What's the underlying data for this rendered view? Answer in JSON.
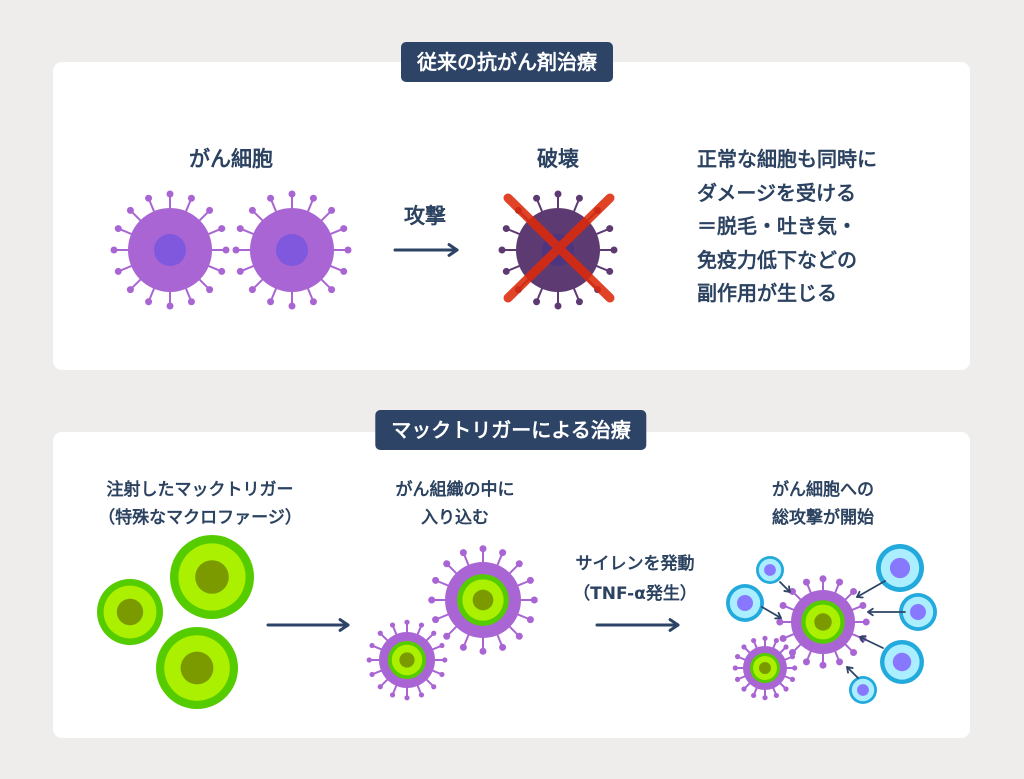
{
  "top_section": {
    "title": "従来の抗がん剤治療",
    "cancer_label": "がん細胞",
    "attack_label": "攻撃",
    "destroyed_label": "破壊",
    "side_effect_lines": [
      "正常な細胞も同時に",
      "ダメージを受ける",
      "＝脱毛・吐き気・",
      "免疫力低下などの",
      "副作用が生じる"
    ]
  },
  "bottom_section": {
    "title": "マックトリガーによる治療",
    "step1_lines": [
      "注射したマックトリガー",
      "（特殊なマクロファージ）"
    ],
    "step2_lines": [
      "がん組織の中に",
      "入り込む"
    ],
    "siren_lines": [
      "サイレンを発動",
      "（TNF-α発生）"
    ],
    "step3_lines": [
      "がん細胞への",
      "総攻撃が開始"
    ]
  },
  "colors": {
    "navy": "#2d4466",
    "cancer_purple": "#a865d3",
    "cancer_nucleus": "#7f58dd",
    "dead_cell": "#5e3a73",
    "cross_red": "#dd2a0a",
    "macrophage_outer": "#55cc00",
    "macrophage_ring": "#aaf000",
    "macrophage_core": "#7a9a00",
    "immune_outer": "#22aadd",
    "immune_inner": "#aaeeff",
    "immune_nucleus": "#8877ff"
  }
}
